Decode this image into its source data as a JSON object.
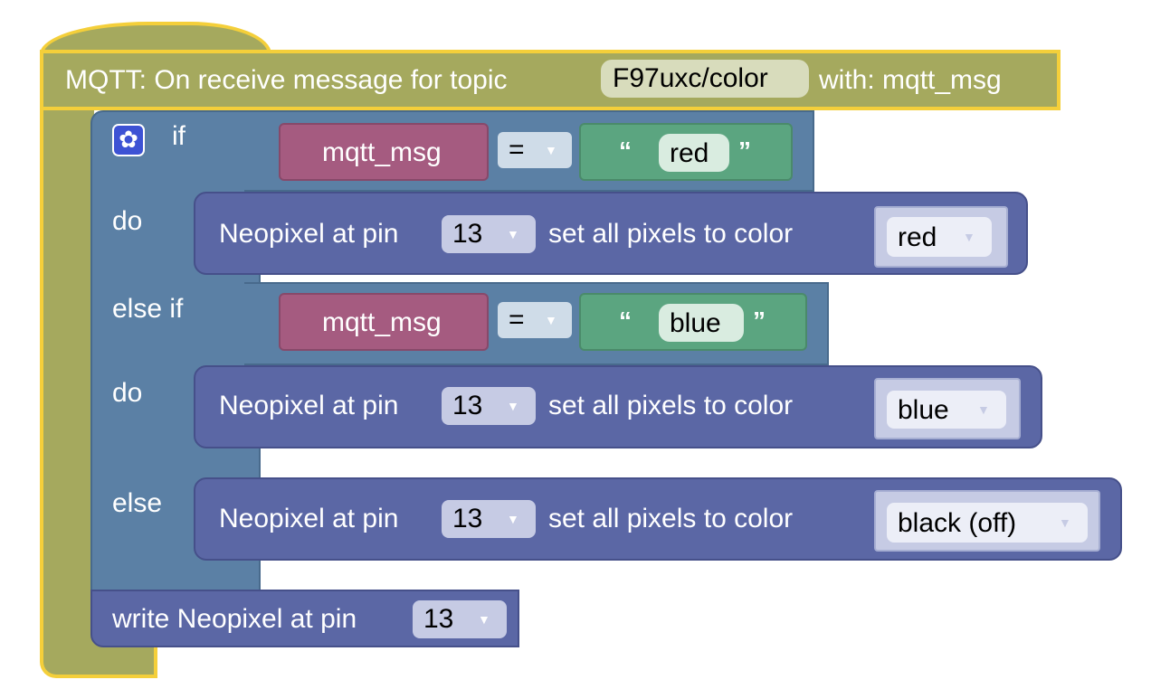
{
  "event": {
    "label": "MQTT: On receive message for topic",
    "topic": "F97uxc/color",
    "with_label": "with: mqtt_msg"
  },
  "if_block": {
    "if_label": "if",
    "do_label": "do",
    "else_if_label": "else if",
    "else_label": "else",
    "mutator_icon": "gear-icon"
  },
  "conditions": [
    {
      "variable": "mqtt_msg",
      "operator": "=",
      "open_quote": "“",
      "close_quote": "”",
      "value": "red"
    },
    {
      "variable": "mqtt_msg",
      "operator": "=",
      "open_quote": "“",
      "close_quote": "”",
      "value": "blue"
    }
  ],
  "neopixel_blocks": [
    {
      "prefix": "Neopixel at pin",
      "pin": "13",
      "middle": "set all pixels to color",
      "color": "red"
    },
    {
      "prefix": "Neopixel at pin",
      "pin": "13",
      "middle": "set all pixels to color",
      "color": "blue"
    },
    {
      "prefix": "Neopixel at pin",
      "pin": "13",
      "middle": "set all pixels to color",
      "color": "black (off)"
    }
  ],
  "write_block": {
    "label": "write Neopixel at pin",
    "pin": "13"
  },
  "dropdown_arrow": "▼",
  "colors": {
    "event": "#a5a95e",
    "selection_outline": "#f4cf3a",
    "logic": "#5b80a5",
    "statement": "#5b67a5",
    "variable": "#a55b80",
    "text": "#5ba580"
  }
}
